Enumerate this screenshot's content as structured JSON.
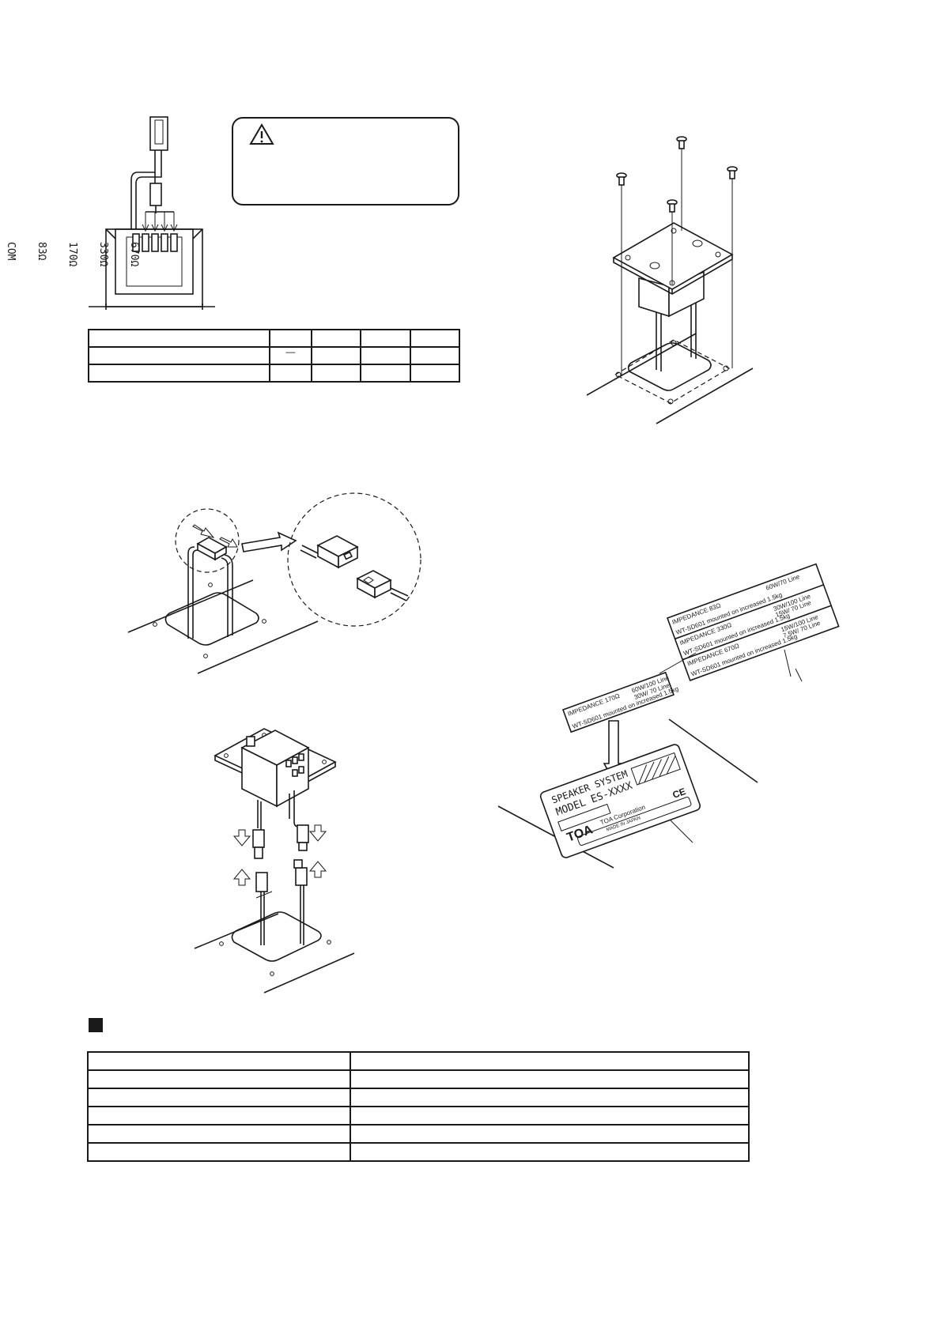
{
  "transformer": {
    "taps": [
      "670Ω",
      "330Ω",
      "170Ω",
      "83Ω",
      "COM"
    ]
  },
  "impedance_table": {
    "rows": [
      [
        "",
        "",
        "",
        "",
        ""
      ],
      [
        "",
        "—",
        "",
        "",
        ""
      ],
      [
        "",
        "",
        "",
        "",
        ""
      ]
    ]
  },
  "caution": {
    "icon": "warning-triangle-icon",
    "text": ""
  },
  "labels": {
    "imp_170": {
      "line1": "IMPEDANCE 170Ω",
      "line1b": "60W/100 Line",
      "line2": "30W/ 70 Line",
      "line3": "WT-SD601 mounted on increased 1.5kg"
    },
    "imp_83": {
      "line1": "IMPEDANCE 83Ω",
      "line1b": "60W/70 Line",
      "line3": "WT-SD601 mounted on increased 1.5kg"
    },
    "imp_330": {
      "line1": "IMPEDANCE 330Ω",
      "line1b": "30W/100 Line",
      "line2": "15W/ 70 Line",
      "line3": "WT-SD601 mounted on increased 1.5kg"
    },
    "imp_670": {
      "line1": "IMPEDANCE 670Ω",
      "line1b": "15W/100 Line",
      "line2": "7.5W/ 70 Line",
      "line3": "WT-SD601 mounted on increased 1.5kg"
    }
  },
  "nameplate": {
    "line1": "SPEAKER SYSTEM",
    "line2": "MODEL ES-XXXX",
    "logo": "TOA",
    "corp": "TOA Corporation",
    "made": "MADE IN JAPAN",
    "ce": "CE"
  },
  "spec_table": {
    "rows": [
      [
        "",
        ""
      ],
      [
        "",
        ""
      ],
      [
        "",
        ""
      ],
      [
        "",
        ""
      ],
      [
        "",
        ""
      ],
      [
        "",
        ""
      ]
    ]
  }
}
